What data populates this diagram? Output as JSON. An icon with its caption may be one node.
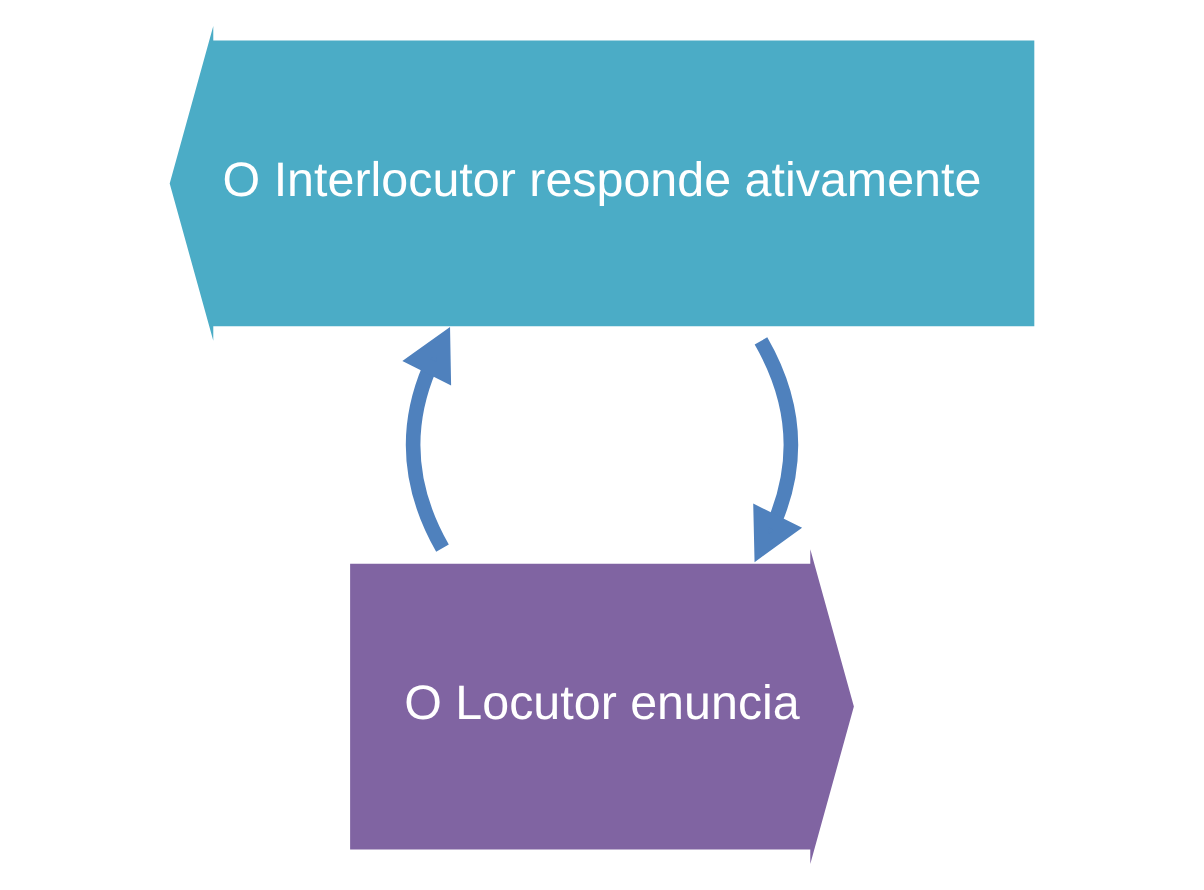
{
  "diagram": {
    "nodes": [
      {
        "text": [
          "O Locutor enuncia"
        ]
      },
      {
        "text": [
          "O Interlocutor responde ativamente"
        ]
      }
    ],
    "edges": [
      {
        "from": 1,
        "to": 0,
        "arrow": "to"
      },
      {
        "from": 0,
        "to": 1,
        "arrow": "to"
      }
    ]
  }
}
